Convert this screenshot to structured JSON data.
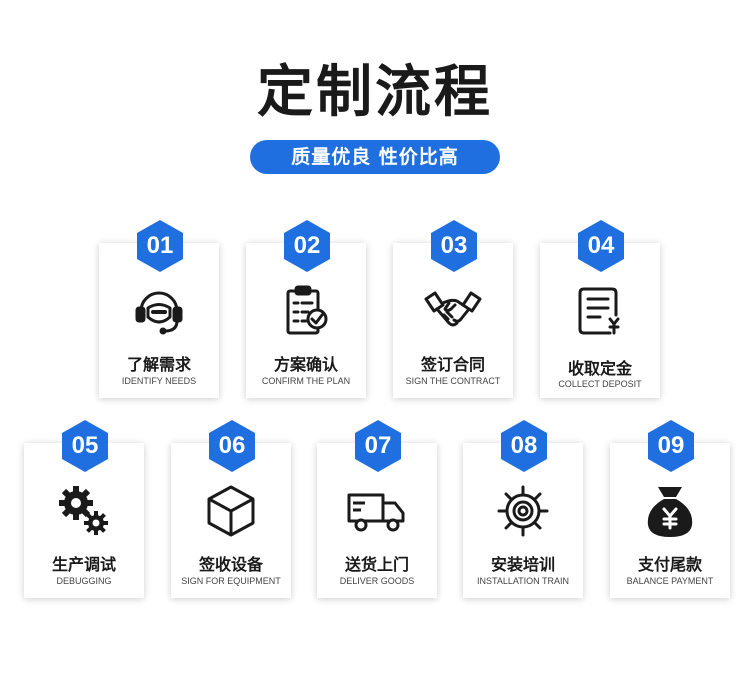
{
  "title": "定制流程",
  "subtitle": "质量优良 性价比高",
  "colors": {
    "accent": "#1f6fe0",
    "hex": "#1f6fe0",
    "icon": "#1a1a1a"
  },
  "steps": [
    {
      "num": "01",
      "cn": "了解需求",
      "en": "IDENTIFY NEEDS",
      "icon": "headset-icon"
    },
    {
      "num": "02",
      "cn": "方案确认",
      "en": "CONFIRM THE PLAN",
      "icon": "clipboard-check-icon"
    },
    {
      "num": "03",
      "cn": "签订合同",
      "en": "SIGN THE CONTRACT",
      "icon": "handshake-icon"
    },
    {
      "num": "04",
      "cn": "收取定金",
      "en": "COLLECT DEPOSIT",
      "icon": "invoice-yen-icon"
    },
    {
      "num": "05",
      "cn": "生产调试",
      "en": "DEBUGGING",
      "icon": "gears-icon"
    },
    {
      "num": "06",
      "cn": "签收设备",
      "en": "SIGN FOR EQUIPMENT",
      "icon": "box-icon"
    },
    {
      "num": "07",
      "cn": "送货上门",
      "en": "DELIVER GOODS",
      "icon": "truck-icon"
    },
    {
      "num": "08",
      "cn": "安装培训",
      "en": "INSTALLATION TRAIN",
      "icon": "gear-icon"
    },
    {
      "num": "09",
      "cn": "支付尾款",
      "en": "BALANCE PAYMENT",
      "icon": "money-bag-icon"
    }
  ]
}
